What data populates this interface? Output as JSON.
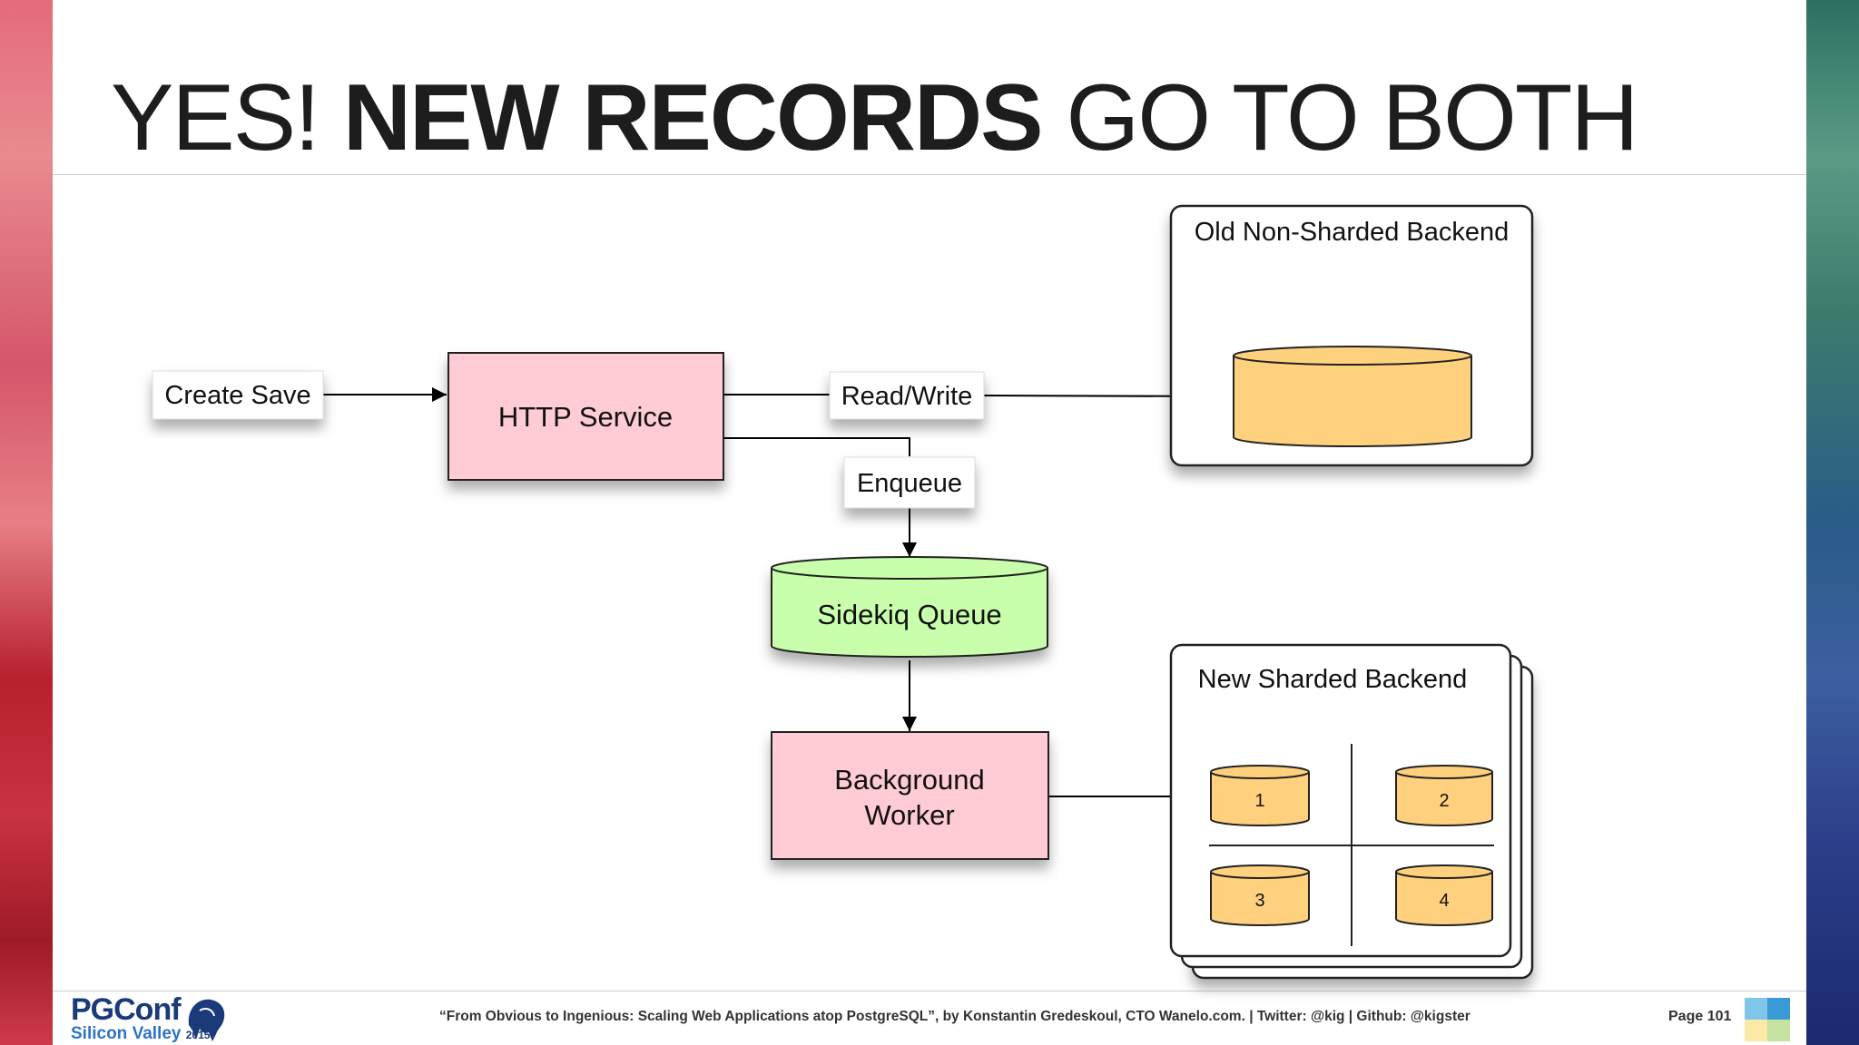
{
  "title": {
    "part1": "YES! ",
    "part2": "NEW RECORDS",
    "part3": " GO TO BOTH"
  },
  "diagram": {
    "create_save": "Create Save",
    "http_service": "HTTP Service",
    "read_write": "Read/Write",
    "enqueue": "Enqueue",
    "sidekiq_queue": "Sidekiq Queue",
    "background_worker": [
      "Background",
      "Worker"
    ],
    "old_backend": "Old Non-Sharded Backend",
    "new_backend": "New Sharded Backend",
    "shards": [
      "1",
      "2",
      "3",
      "4"
    ]
  },
  "footer": {
    "logo_main": "PGConf",
    "logo_sub": "Silicon Valley",
    "logo_year": "2015",
    "credit": "“From Obvious to Ingenious: Scaling Web Applications atop PostgreSQL”, by Konstantin Gredeskoul, CTO Wanelo.com. | Twitter: @kig | Github: @kigster",
    "page": "Page 101"
  },
  "colors": {
    "pink": "#ffccd5",
    "green": "#c9ffac",
    "db": "#ffd17f"
  }
}
